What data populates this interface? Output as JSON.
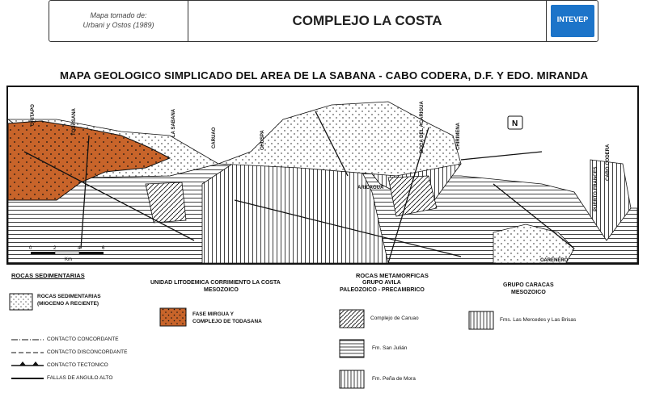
{
  "header": {
    "source_note_line1": "Mapa tomado de:",
    "source_note_line2": "Urbani y Ostos (1989)",
    "title": "COMPLEJO LA COSTA",
    "logo_text": "INTEVEP"
  },
  "map": {
    "title": "MAPA GEOLOGICO SIMPLICADO DEL AREA DE LA SABANA - CABO CODERA, D.F. Y EDO. MIRANDA",
    "place_labels": [
      "ORITAPO",
      "TODASANA",
      "LA SABANA",
      "CARUAO",
      "CHUSPA",
      "BOCA DEL ACARIGUA",
      "CHIRIMENA",
      "PUERTO FRANCES",
      "CABO CODERA",
      "ARICAGUA",
      "CARENERO"
    ],
    "north_label": "N",
    "scale": {
      "ticks": [
        "0",
        "2",
        "4",
        "6"
      ],
      "unit": "Km"
    }
  },
  "legend": {
    "sedimentary_heading": "ROCAS SEDIMENTARIAS",
    "metamorphic_heading": "ROCAS METAMORFICAS",
    "unit_heading_line1": "UNIDAD LITODEMICA CORRIMIENTO LA COSTA",
    "unit_heading_line2": "MESOZOICO",
    "avila_line1": "GRUPO AVILA",
    "avila_line2": "PALEOZOICO - PRECAMBRICO",
    "caracas_line1": "GRUPO CARACAS",
    "caracas_line2": "MESOZOICO",
    "sed_rocks_line1": "ROCAS SEDIMENTARIAS",
    "sed_rocks_line2": "(MIOCENO A RECIENTE)",
    "mirgua_line1": "FASE MIRGUA Y",
    "mirgua_line2": "COMPLEJO DE TODASANA",
    "caruao": "Complejo de Caruao",
    "san_julian": "Fm. San Julián",
    "pena_mora": "Fm. Peña de Mora",
    "mercedes": "Fms. Las Mercedes y Las Brisas",
    "contacts": [
      "CONTACTO CONCORDANTE",
      "CONTACTO DISCONCORDANTE",
      "CONTACTO TECTONICO",
      "FALLAS DE ANGULO ALTO"
    ]
  },
  "colors": {
    "mirgua_fill": "#c8642a",
    "logo_blue": "#1c74c9",
    "line": "#111111"
  }
}
